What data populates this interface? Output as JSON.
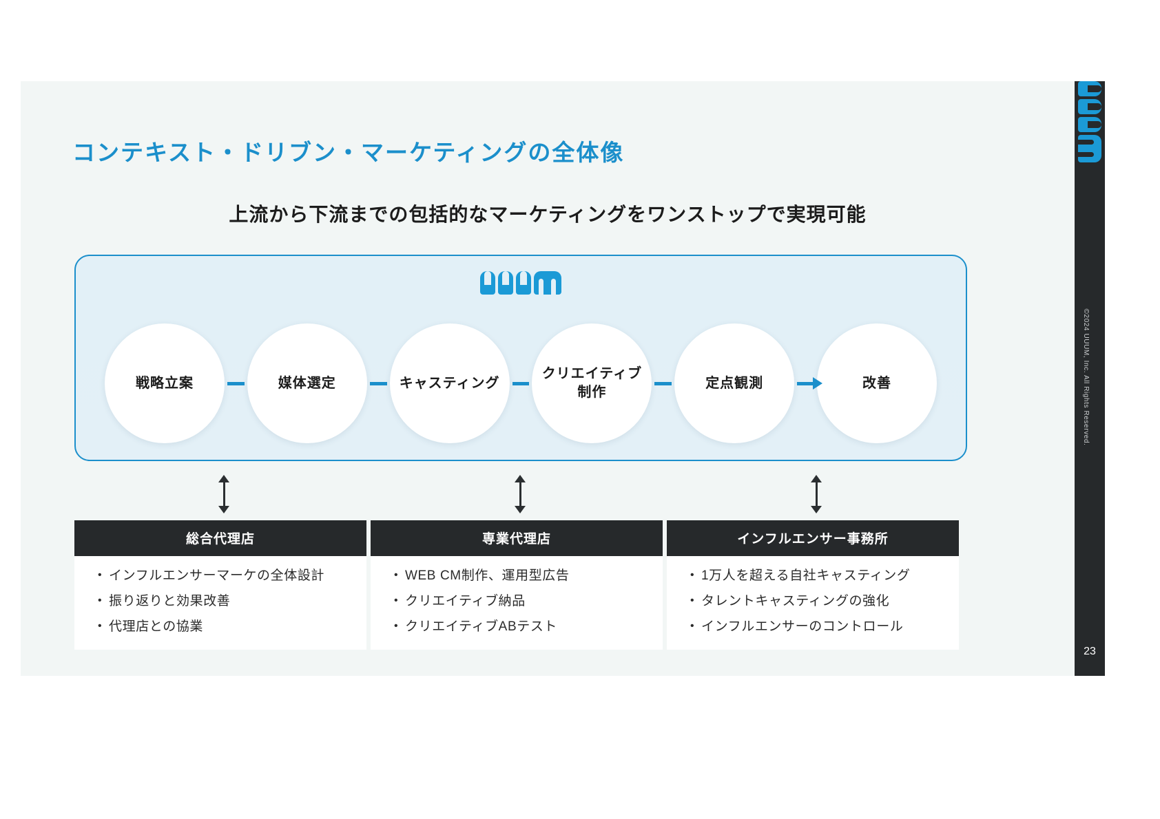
{
  "slide": {
    "title": "コンテキスト・ドリブン・マーケティングの全体像",
    "subtitle": "上流から下流までの包括的なマーケティングをワンストップで実現可能",
    "title_color": "#1b8fcb",
    "accent_color": "#1b9ad6",
    "panel_bg": "#e3f0f7",
    "canvas_bg": "#f2f6f5",
    "rail_bg": "#26292b",
    "page_number": "23",
    "copyright": "©2024 UUUM, Inc. All Rights Reserved.",
    "brand": "UUUM"
  },
  "flow": {
    "nodes": [
      {
        "label": "戦略立案"
      },
      {
        "label": "媒体選定"
      },
      {
        "label": "キャスティング"
      },
      {
        "label": "クリエイティブ\n制作"
      },
      {
        "label": "定点観測"
      },
      {
        "label": "改善"
      }
    ]
  },
  "cards": [
    {
      "header": "総合代理店",
      "bullets": [
        "インフルエンサーマーケの全体設計",
        "振り返りと効果改善",
        "代理店との協業"
      ]
    },
    {
      "header": "専業代理店",
      "bullets": [
        "WEB CM制作、運用型広告",
        "クリエイティブ納品",
        "クリエイティブABテスト"
      ]
    },
    {
      "header": "インフルエンサー事務所",
      "bullets": [
        "1万人を超える自社キャスティング",
        "タレントキャスティングの強化",
        "インフルエンサーのコントロール"
      ]
    }
  ],
  "bullet_glyph": "•"
}
